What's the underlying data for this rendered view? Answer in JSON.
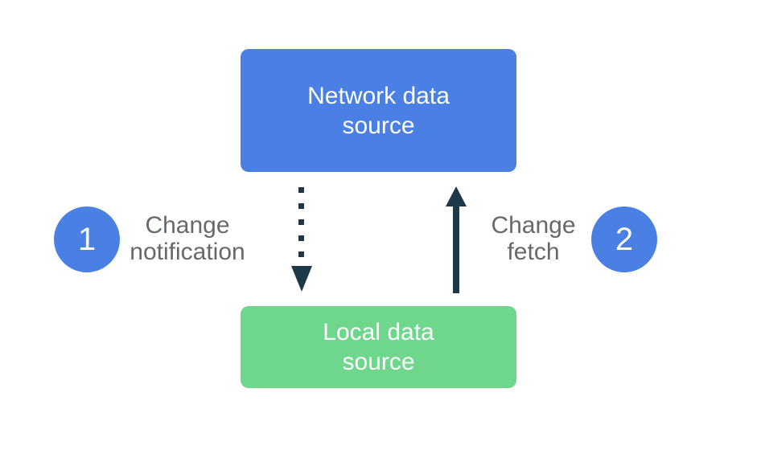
{
  "diagram": {
    "nodes": {
      "network": {
        "label": "Network data\nsource",
        "color": "#4a80e4"
      },
      "local": {
        "label": "Local data\nsource",
        "color": "#6fd78b"
      }
    },
    "steps": [
      {
        "number": "1",
        "label": "Change\nnotification",
        "arrow_style": "dotted",
        "arrow_direction": "down",
        "from": "Network data source",
        "to": "Local data source"
      },
      {
        "number": "2",
        "label": "Change\nfetch",
        "arrow_style": "solid",
        "arrow_direction": "up",
        "from": "Local data source",
        "to": "Network data source"
      }
    ],
    "colors": {
      "node_blue": "#4a80e4",
      "node_green": "#6fd78b",
      "arrow_navy": "#1d3849",
      "label_gray": "#66696c",
      "badge_blue": "#4a80e4",
      "text_white": "#ffffff",
      "background": "#ffffff"
    }
  }
}
